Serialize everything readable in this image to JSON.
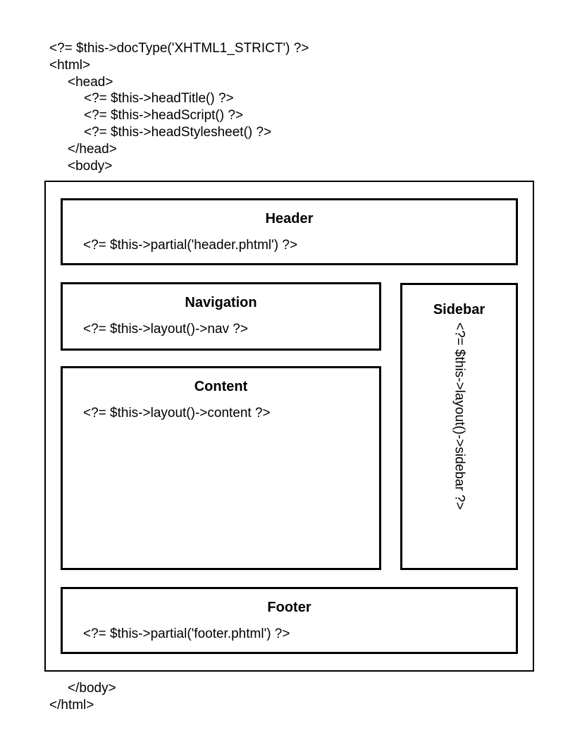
{
  "top_code": [
    "<?= $this->docType('XHTML1_STRICT') ?>",
    "<html>",
    "<head>",
    "<?= $this->headTitle() ?>",
    "<?= $this->headScript() ?>",
    "<?= $this->headStylesheet() ?>",
    "</head>",
    "<body>"
  ],
  "bottom_code": [
    "</body>",
    "</html>"
  ],
  "diagram": {
    "header": {
      "title": "Header",
      "code": "<?= $this->partial('header.phtml') ?>"
    },
    "navigation": {
      "title": "Navigation",
      "code": "<?= $this->layout()->nav ?>"
    },
    "content": {
      "title": "Content",
      "code": "<?= $this->layout()->content ?>"
    },
    "sidebar": {
      "title": "Sidebar",
      "code": "<?= $this->layout()->sidebar ?>"
    },
    "footer": {
      "title": "Footer",
      "code": "<?= $this->partial('footer.phtml') ?>"
    }
  },
  "colors": {
    "text": "#000000",
    "background": "#ffffff",
    "border": "#000000"
  }
}
